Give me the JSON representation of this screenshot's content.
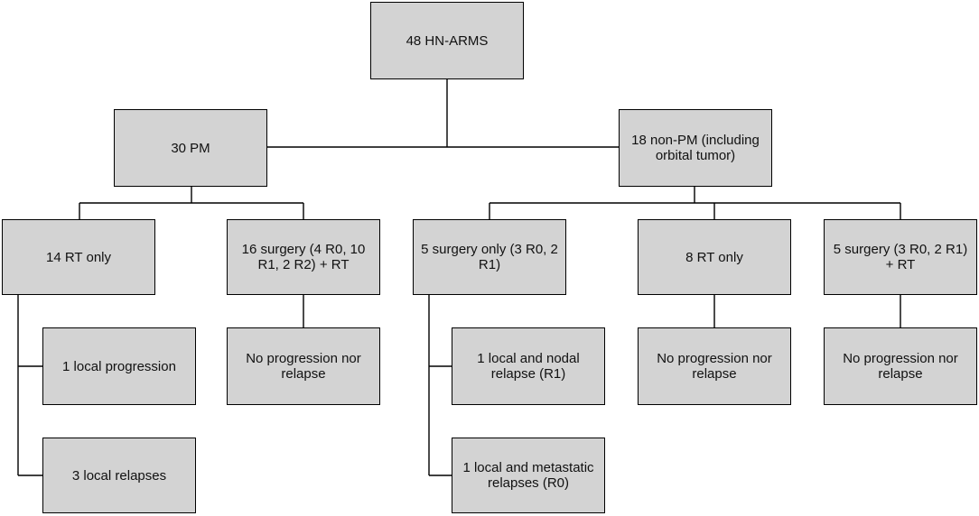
{
  "root": {
    "label": "48 HN-ARMS"
  },
  "pm": {
    "label": "30 PM"
  },
  "non_pm": {
    "label": "18 non-PM (including orbital tumor)"
  },
  "pm_rt_only": {
    "label": "14 RT only"
  },
  "pm_surgery_rt": {
    "label": "16 surgery (4 R0, 10 R1, 2 R2) + RT"
  },
  "npm_surgery_only": {
    "label": "5 surgery only (3 R0, 2 R1)"
  },
  "npm_rt_only": {
    "label": "8 RT only"
  },
  "npm_surgery_rt": {
    "label": "5 surgery (3 R0, 2 R1) + RT"
  },
  "outcome_local_progression": {
    "label": "1 local progression"
  },
  "outcome_local_relapses": {
    "label": "3 local relapses"
  },
  "outcome_pm_surgery_rt": {
    "label": "No progression nor relapse"
  },
  "outcome_local_nodal": {
    "label": "1 local and nodal relapse (R1)"
  },
  "outcome_local_metastatic": {
    "label": "1 local and metastatic relapses (R0)"
  },
  "outcome_npm_rt_only": {
    "label": "No progression nor relapse"
  },
  "outcome_npm_surgery_rt": {
    "label": "No progression nor relapse"
  }
}
